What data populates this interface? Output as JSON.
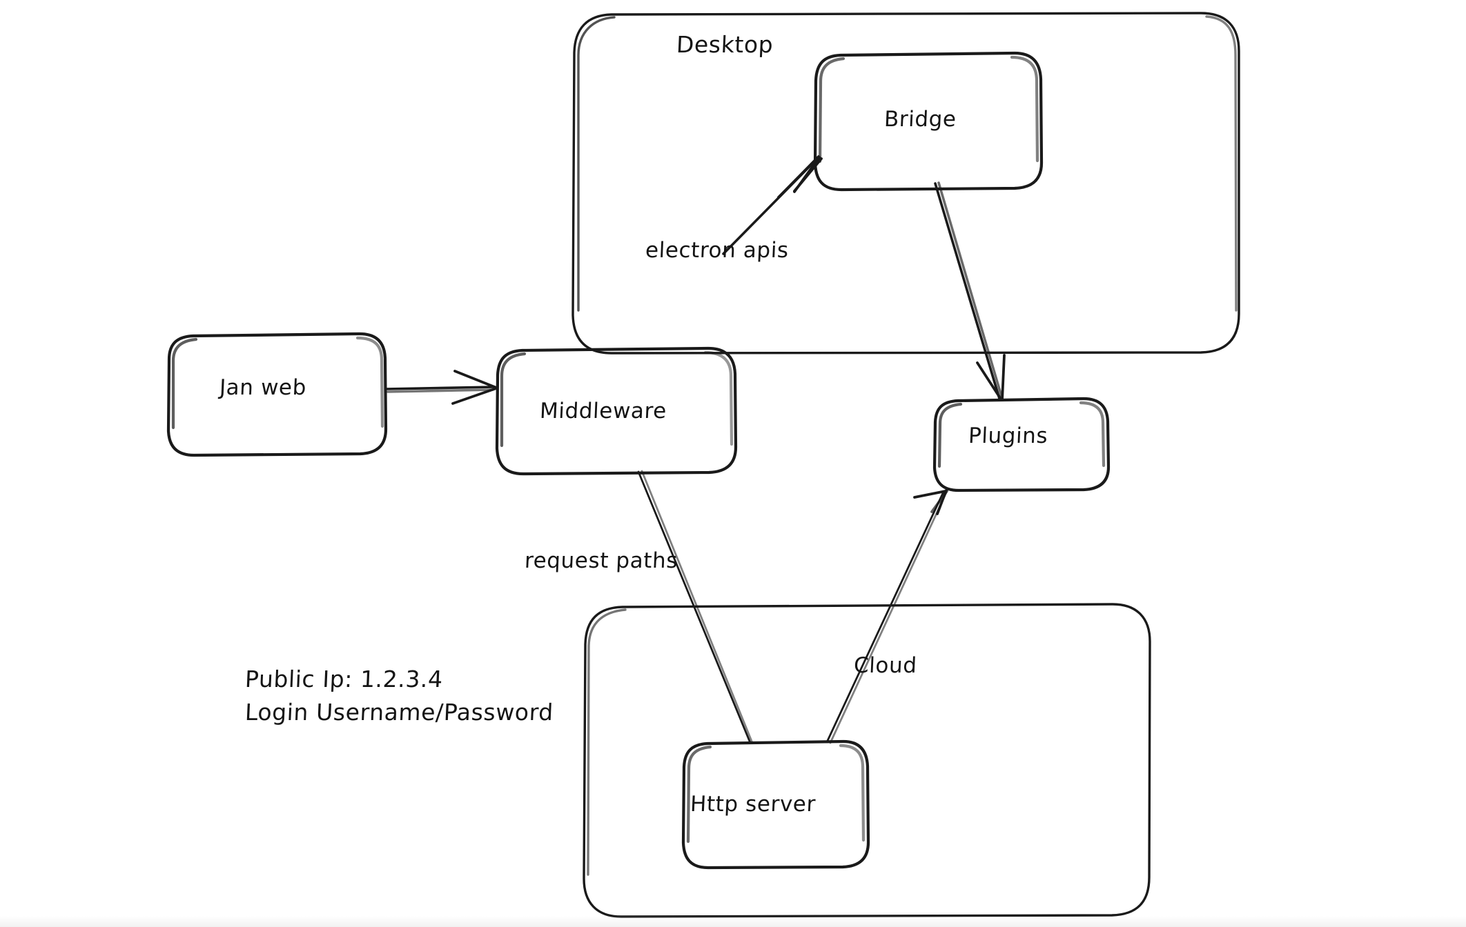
{
  "diagram": {
    "title": "Jan application architecture sketch",
    "style": "hand-drawn whiteboard",
    "background_color": "#ffffff",
    "stroke_color": "#1a1a1a",
    "groups": [
      {
        "id": "desktop",
        "label": "Desktop"
      },
      {
        "id": "cloud",
        "label": ""
      }
    ],
    "nodes": [
      {
        "id": "jan-web",
        "label": "Jan web"
      },
      {
        "id": "middleware",
        "label": "Middleware"
      },
      {
        "id": "bridge",
        "label": "Bridge"
      },
      {
        "id": "plugins",
        "label": "Plugins"
      },
      {
        "id": "http-server",
        "label": "Http server"
      }
    ],
    "edges": [
      {
        "id": "janweb-to-middleware",
        "from": "Jan web",
        "to": "Middleware",
        "label": "",
        "arrow": "to"
      },
      {
        "id": "middleware-to-bridge",
        "from": "Middleware",
        "to": "Bridge",
        "label": "electron apis",
        "arrow": "to"
      },
      {
        "id": "bridge-to-plugins",
        "from": "Bridge",
        "to": "Plugins",
        "label": "",
        "arrow": "to"
      },
      {
        "id": "middleware-to-httpserver",
        "from": "Middleware",
        "to": "Http server",
        "label": "request paths",
        "arrow": "none"
      },
      {
        "id": "httpserver-to-plugins",
        "from": "Http server",
        "to": "Plugins",
        "label": "Cloud",
        "arrow": "to"
      }
    ],
    "edge_labels": {
      "electron_apis": "electron apis",
      "request_paths": "request paths",
      "cloud": "Cloud"
    },
    "notes": {
      "public_ip_line": "Public Ip: 1.2.3.4",
      "credentials_line": "Login Username/Password"
    }
  }
}
